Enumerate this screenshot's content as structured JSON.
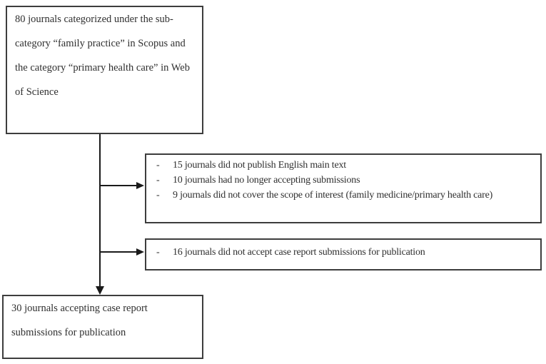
{
  "colors": {
    "background": "#ffffff",
    "box_border": "#3d3d3d",
    "text": "#2f2f2f",
    "connector": "#1a1a1a"
  },
  "flow": {
    "start_box": {
      "lines": [
        "80 journals categorized under the sub-",
        "category “family practice” in Scopus and",
        "the category “primary health care” in Web",
        "of Science"
      ]
    },
    "exclusion_box_1": {
      "items": [
        {
          "marker": "-",
          "text": "15 journals did not publish English main text"
        },
        {
          "marker": "-",
          "text": "10 journals had no longer accepting submissions"
        },
        {
          "marker": "-",
          "text": "9 journals did not cover the scope of interest (family medicine/primary health care)"
        }
      ]
    },
    "exclusion_box_2": {
      "items": [
        {
          "marker": "-",
          "text": "16 journals did not accept case report submissions for publication"
        }
      ]
    },
    "end_box": {
      "lines": [
        "30 journals accepting case report",
        "submissions for publication"
      ]
    }
  }
}
